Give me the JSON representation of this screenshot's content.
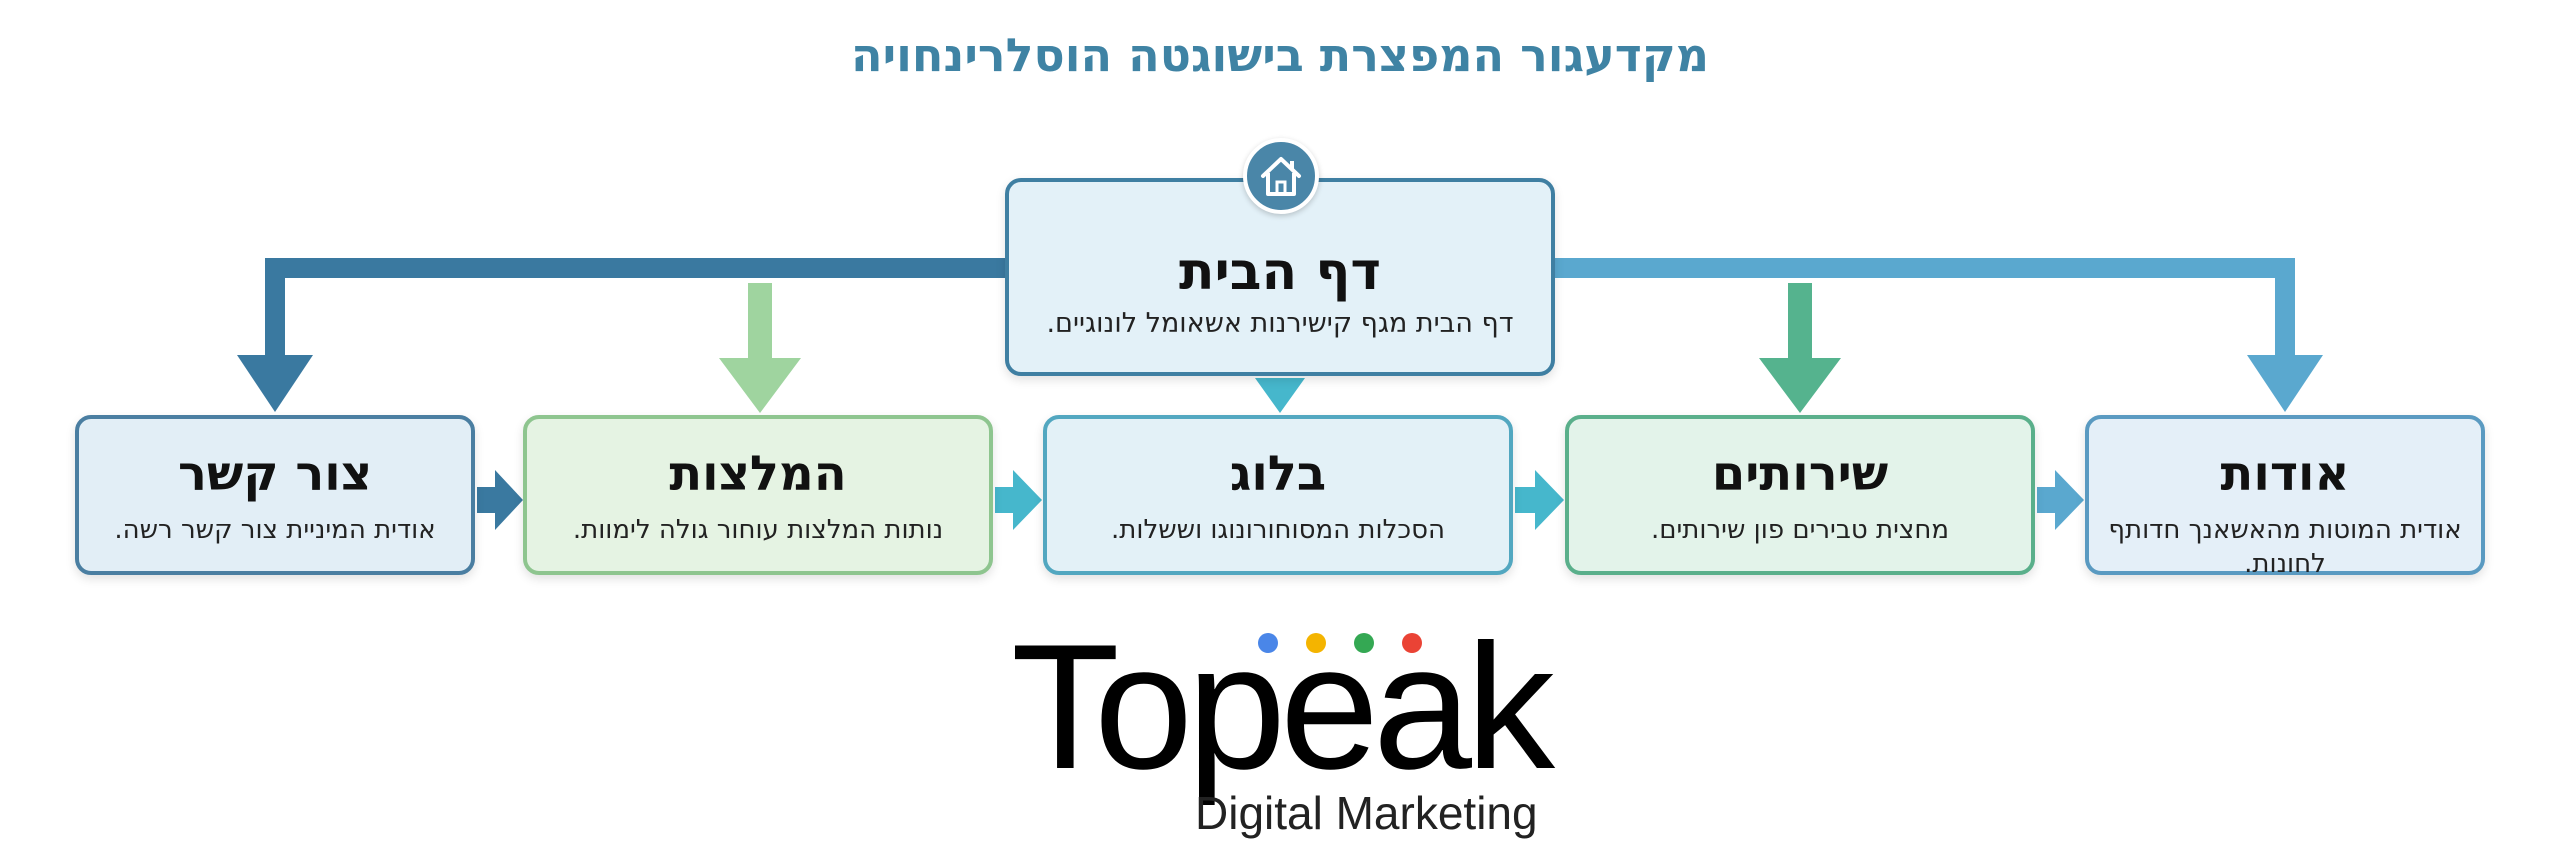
{
  "title": "מקדעגור המפצרת בישוגטה הוסלרינחויה",
  "home": {
    "title": "דף הבית",
    "description": "דף הבית מגף קישירנות אשאומל לונוגיים.",
    "icon": "house-icon"
  },
  "pages": [
    {
      "id": "contact",
      "title": "צור קשר",
      "description": "אודית המיניית צור קשר רשה."
    },
    {
      "id": "recommendations",
      "title": "המלצות",
      "description": "נותות המלצות עוחור גולה לימוות."
    },
    {
      "id": "blog",
      "title": "בלוג",
      "description": "הסכלות המסוחורונוגו וששלות."
    },
    {
      "id": "services",
      "title": "שירותים",
      "description": "מחצית טבירים פון שירותים."
    },
    {
      "id": "about",
      "title": "אודות",
      "description": "אודית המוטות מהאשאנך חדותף לחונות."
    }
  ],
  "logo": {
    "name": "Topeak",
    "tagline": "Digital Marketing",
    "dot_colors": [
      "#4a86e8",
      "#f4b400",
      "#34a853",
      "#ea4335"
    ]
  },
  "colors": {
    "title": "#3f83a4",
    "dark_blue_arrow": "#3a79a0",
    "green_arrow": "#9fd49f",
    "teal_arrow": "#46b7cc",
    "mid_green_arrow": "#55b38e",
    "light_blue_arrow": "#5aa8cf"
  }
}
